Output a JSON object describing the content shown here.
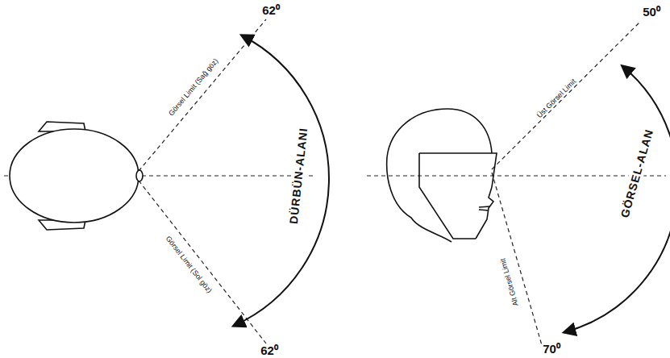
{
  "diagram": {
    "labels": [
      "62⁰",
      "Görsel Limit (Sağ göz)",
      "DÜRBÜN-ALANI",
      "Görsel Limit (Sol göz)",
      "62⁰",
      "50⁰",
      "Üst Görsel Limit",
      "GÖRSEL-ALAN",
      "Alt Görsel Limit",
      "70⁰"
    ]
  }
}
